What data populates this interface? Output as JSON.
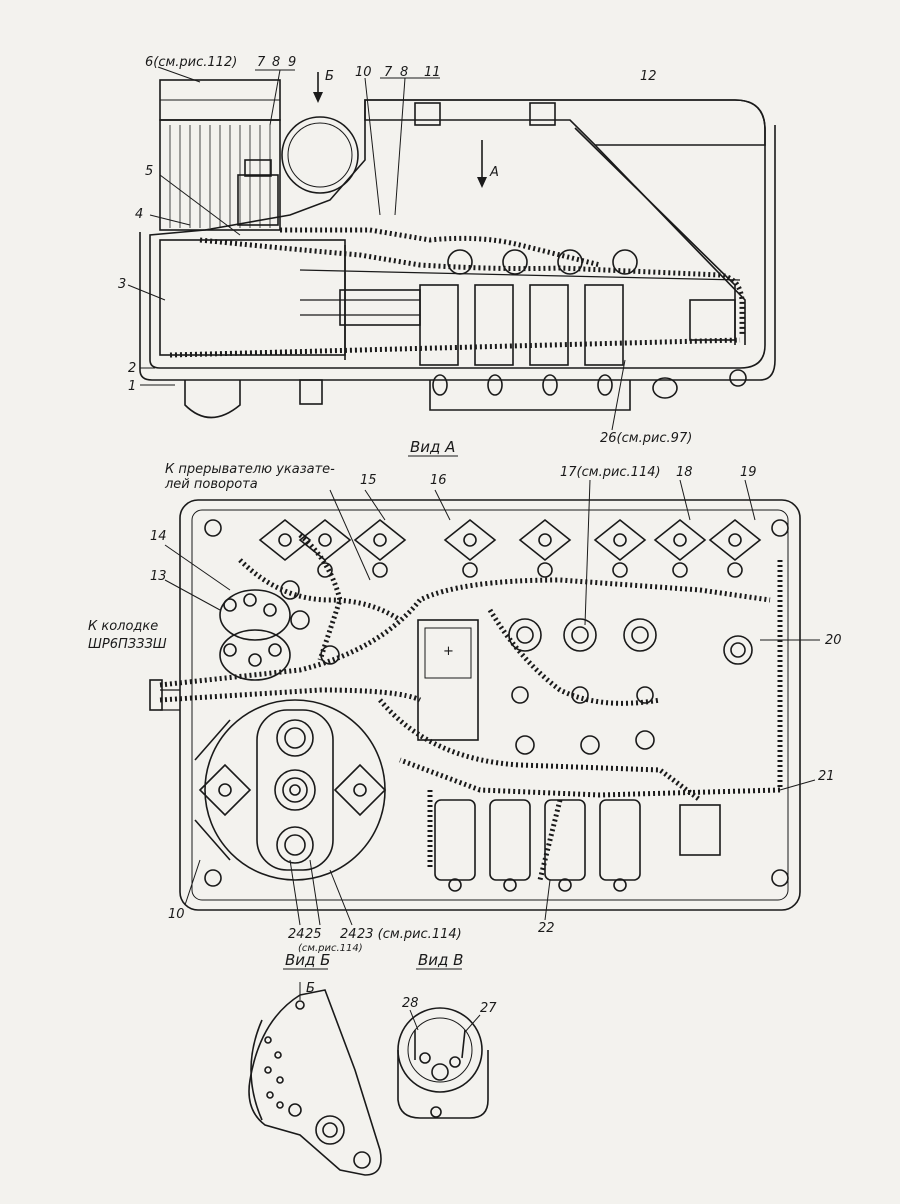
{
  "top_view": {
    "labels": {
      "l1": "1",
      "l2": "2",
      "l3": "3",
      "l4": "4",
      "l5": "5",
      "l6": "6(см.рис.112)",
      "l7a": "7",
      "l8a": "8",
      "l9": "9",
      "lB": "Б",
      "l10": "10",
      "l7b": "7",
      "l8b": "8",
      "l11": "11",
      "l12": "12",
      "lA": "А",
      "l26": "26(см.рис.97)"
    }
  },
  "view_a": {
    "caption": "Вид А",
    "labels": {
      "note1": "К прерывателю указате-",
      "note2": "лей поворота",
      "l15": "15",
      "l16": "16",
      "l17": "17(см.рис.114)",
      "l18": "18",
      "l19": "19",
      "l14": "14",
      "l13": "13",
      "conn1": "К колодке",
      "conn2": "ШР6ПЗЗЗШ",
      "l20": "20",
      "l21": "21",
      "l22": "22",
      "l10": "10",
      "l24a": "24",
      "l25": "25",
      "l25ref": "(см.рис.114)",
      "l24b": "24",
      "l23": "23 (см.рис.114)"
    }
  },
  "view_b": {
    "caption": "Вид Б",
    "labels": {
      "lB": "Б"
    }
  },
  "view_v": {
    "caption": "Вид В",
    "labels": {
      "l28": "28",
      "l27": "27"
    }
  }
}
